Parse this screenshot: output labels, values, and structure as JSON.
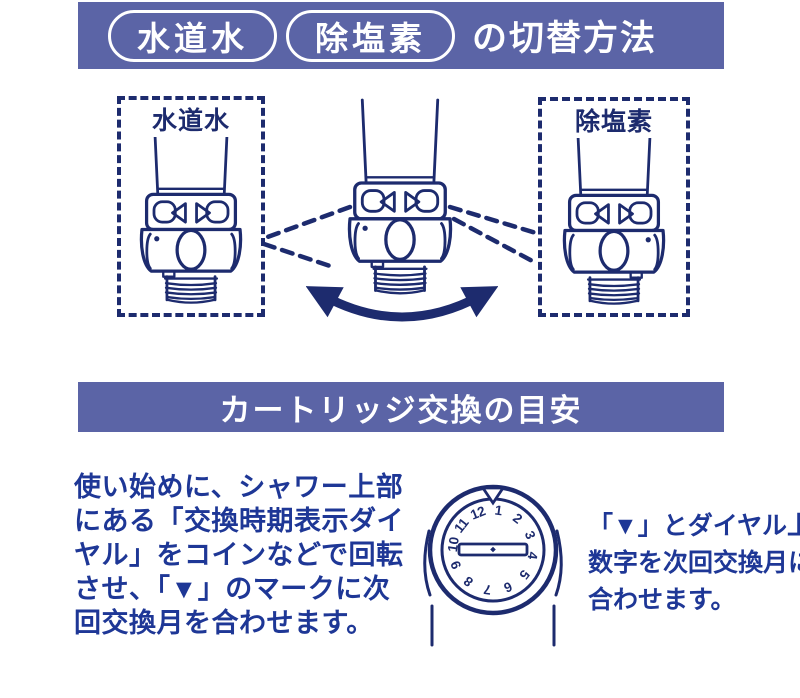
{
  "colors": {
    "banner_bg": "#5b64a6",
    "banner_text": "#ffffff",
    "body_text": "#1e3796",
    "line_art": "#1d2b6e"
  },
  "header_banner": {
    "pill_tap_water": "水道水",
    "pill_dechlorinate": "除塩素",
    "suffix": "の切替方法"
  },
  "switch_section": {
    "left_box_label": "水道水",
    "right_box_label": "除塩素"
  },
  "replacement_banner": {
    "title": "カートリッジ交換の目安"
  },
  "replacement_section": {
    "left_text_lines": [
      "使い始めに、シャワー上部",
      "にある「交換時期表示ダイ",
      "ヤル」をコインなどで回転",
      "させ、「▼」のマークに次",
      "回交換月を合わせます。"
    ],
    "dial": {
      "numbers": [
        "1",
        "2",
        "3",
        "4",
        "5",
        "6",
        "7",
        "8",
        "9",
        "10",
        "11",
        "12"
      ],
      "marker": "▼"
    },
    "right_text_lines": [
      "「▼」とダイヤル上の",
      "数字を次回交換月に",
      "合わせます。"
    ]
  }
}
